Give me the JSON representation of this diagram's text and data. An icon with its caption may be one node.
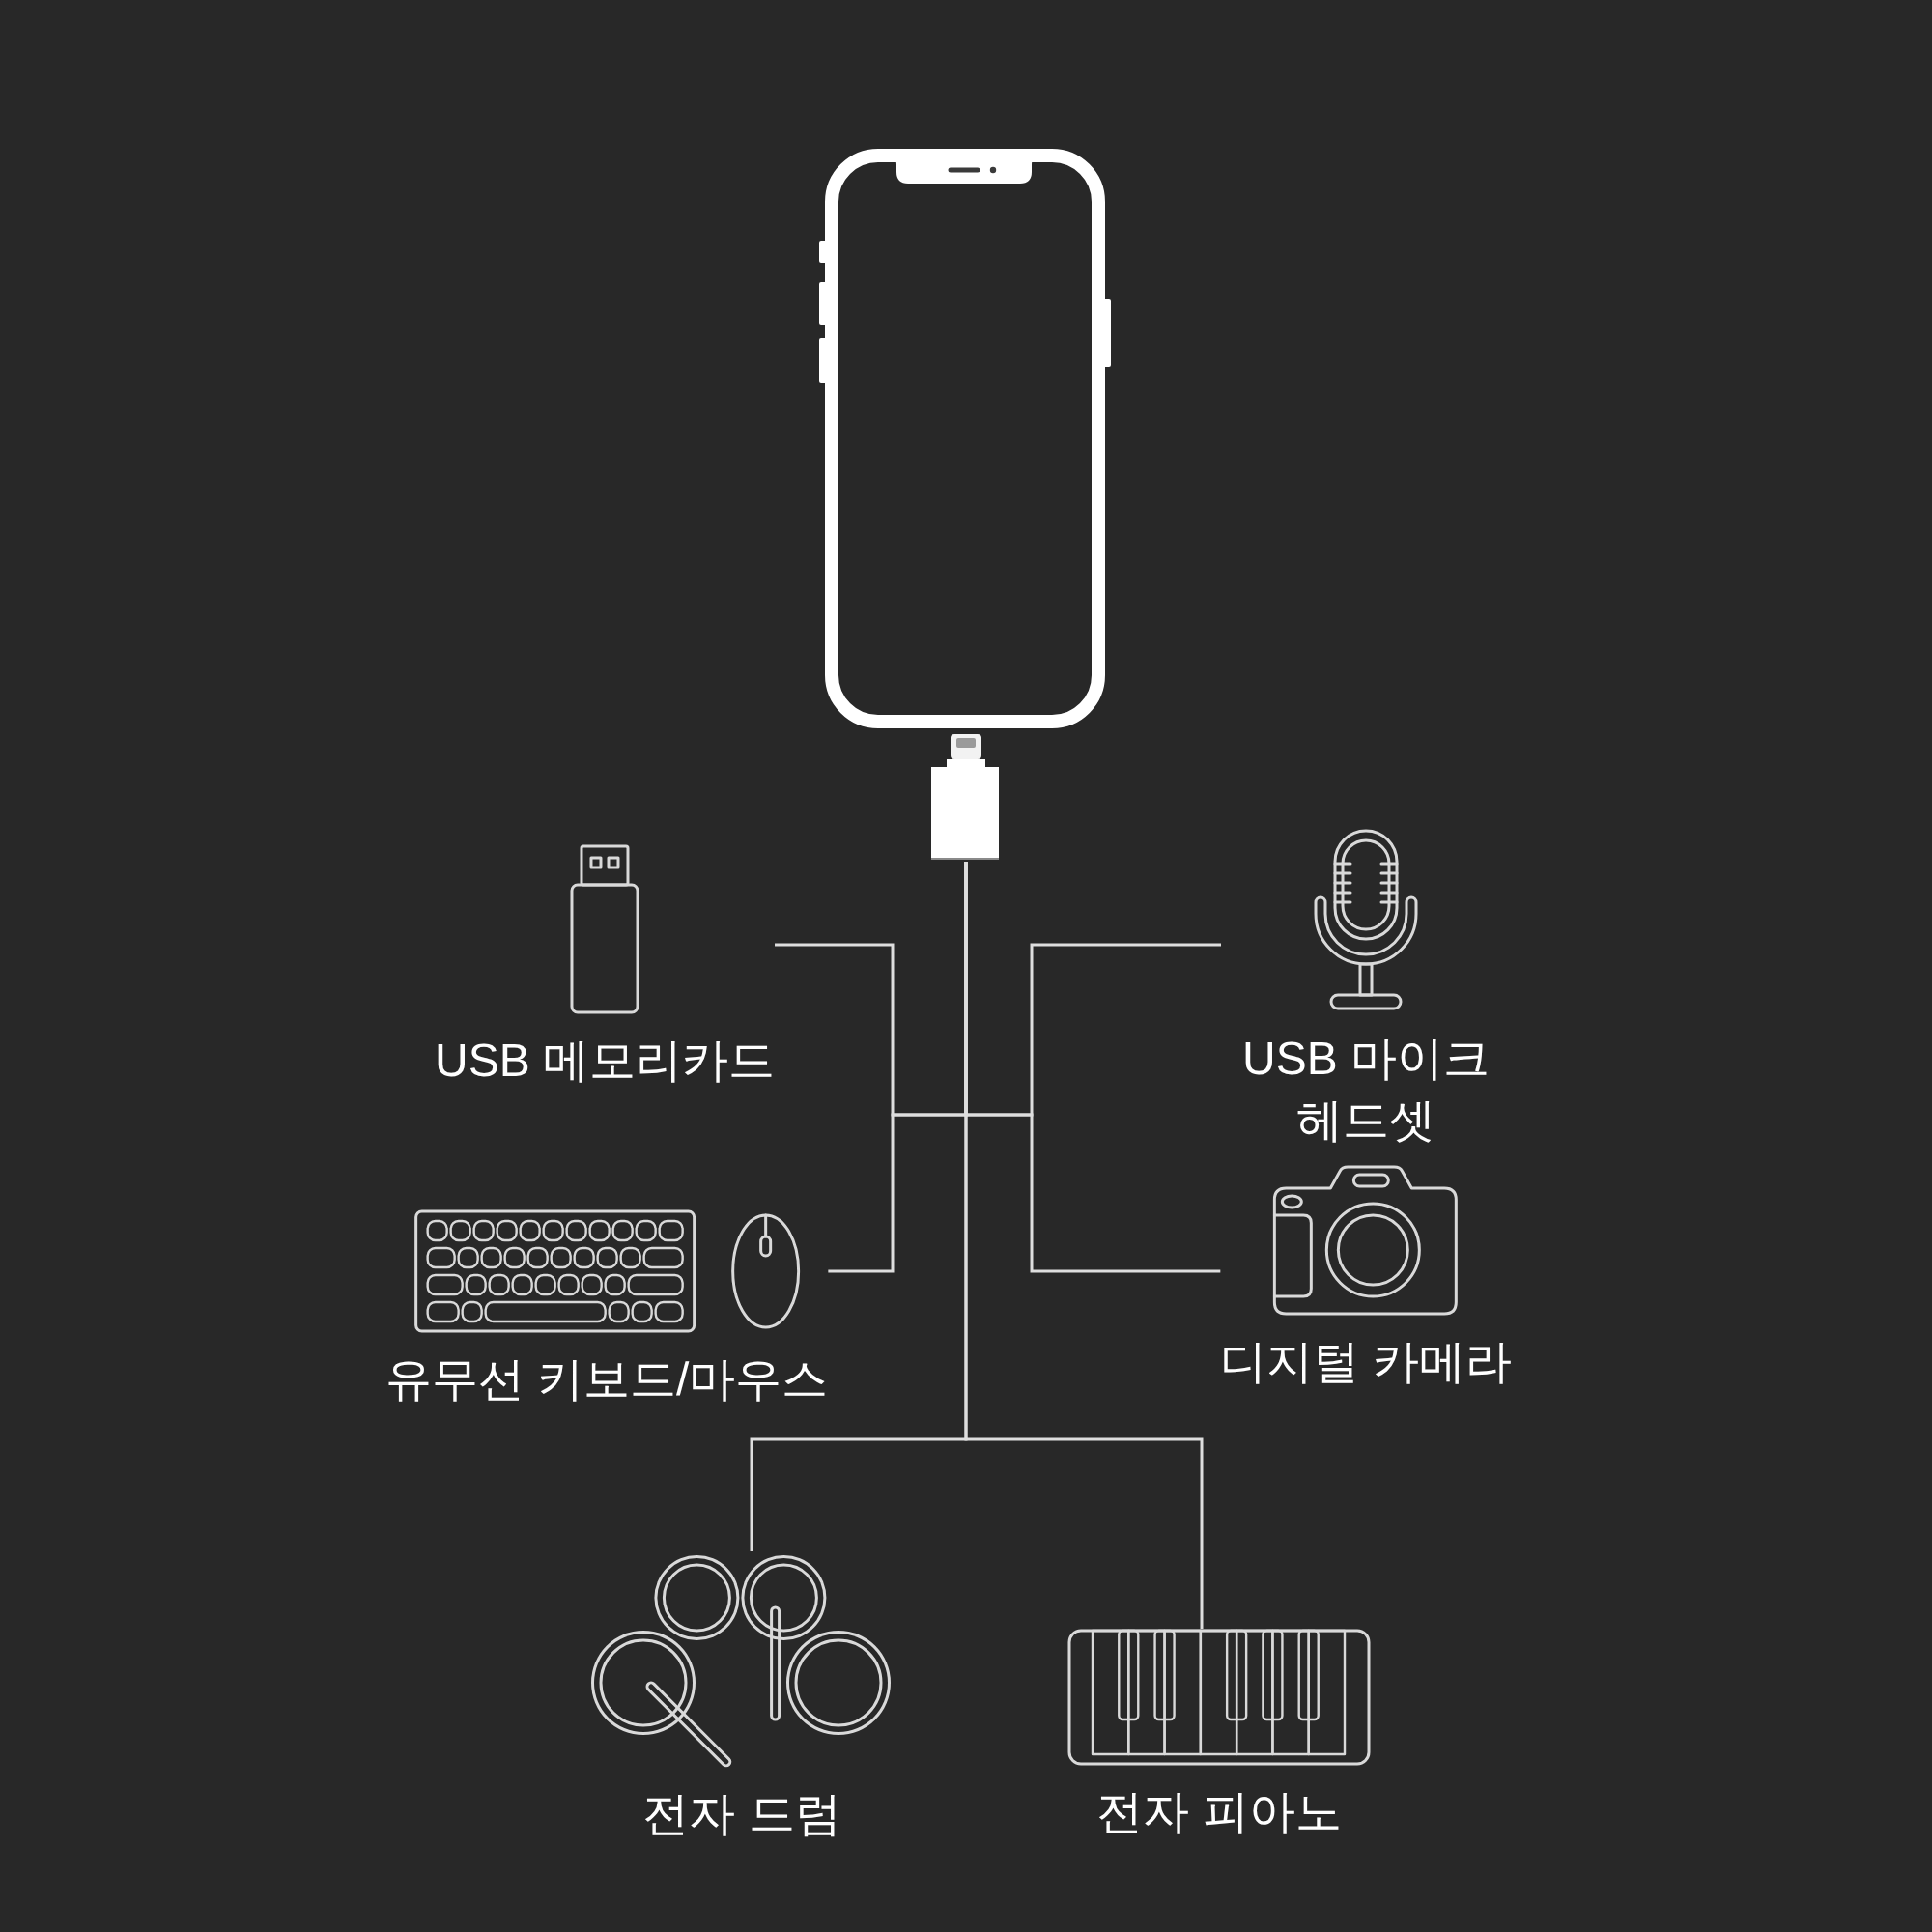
{
  "diagram": {
    "nodes": [
      {
        "text": [],
        "shape": "picture"
      },
      {
        "text": [
          "USB 메모리카드"
        ]
      },
      {
        "text": [
          "유무선 키보드/마우스"
        ]
      },
      {
        "text": [
          "USB 마이크 헤드셋"
        ]
      },
      {
        "text": [
          "디지털 카메라"
        ]
      },
      {
        "text": [
          "전자 드럼"
        ]
      },
      {
        "text": [
          "전자 피아노"
        ]
      }
    ],
    "edges": [
      {
        "from": 0,
        "to": 1,
        "arrow": "none"
      },
      {
        "from": 0,
        "to": 2,
        "arrow": "none"
      },
      {
        "from": 0,
        "to": 3,
        "arrow": "none"
      },
      {
        "from": 0,
        "to": 4,
        "arrow": "none"
      },
      {
        "from": 0,
        "to": 5,
        "arrow": "none"
      },
      {
        "from": 0,
        "to": 6,
        "arrow": "none"
      }
    ]
  }
}
